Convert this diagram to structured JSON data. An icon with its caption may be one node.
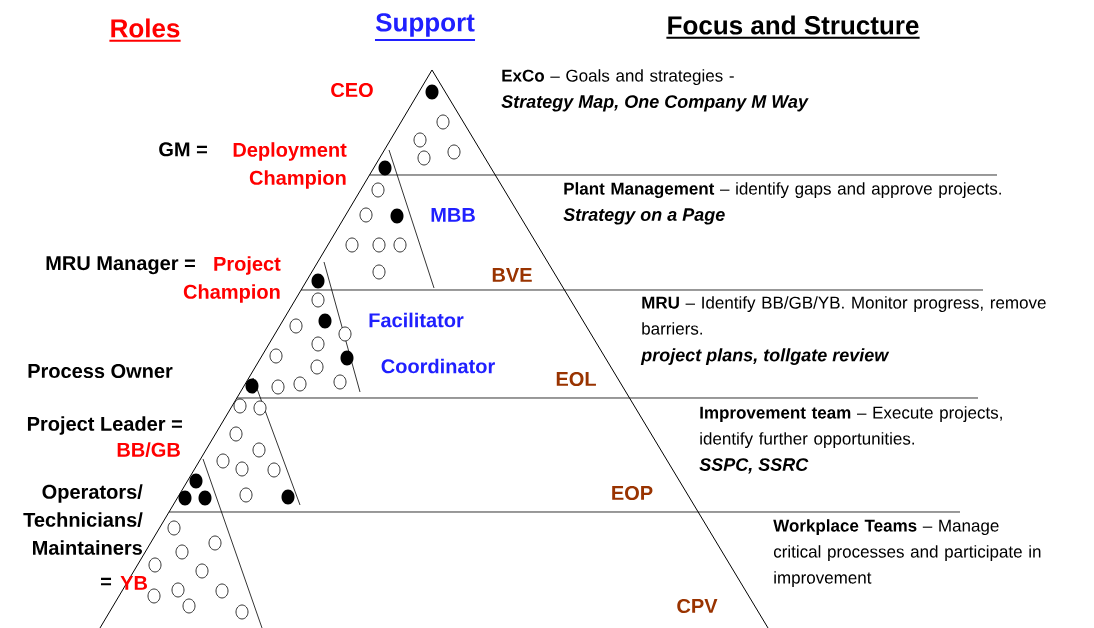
{
  "diagram": {
    "labels": [
      "Roles",
      "Support",
      "Focus and Structure",
      "CEO",
      "**ExCo** – Goals and strategies -",
      "Strategy Map, One Company M Way",
      "GM =",
      "Deployment Champion",
      "MBB",
      "**Plant Management** – identify gaps and approve projects.",
      "Strategy on a Page",
      "MRU Manager =",
      "Project Champion",
      "BVE",
      "**MRU** – Identify BB/GB/YB. Monitor progress, remove barriers.",
      "project plans, tollgate review",
      "Facilitator",
      "Process Owner",
      "Coordinator",
      "EOL",
      "Project Leader =",
      "**Improvement team** – Execute projects, identify further opportunities.",
      "SSPC, SSRC",
      "BB/GB",
      "Operators/ Technicians/ Maintainers",
      "EOP",
      "**Workplace Teams** – Manage critical processes and participate in improvement",
      "=",
      "YB",
      "CPV"
    ]
  }
}
